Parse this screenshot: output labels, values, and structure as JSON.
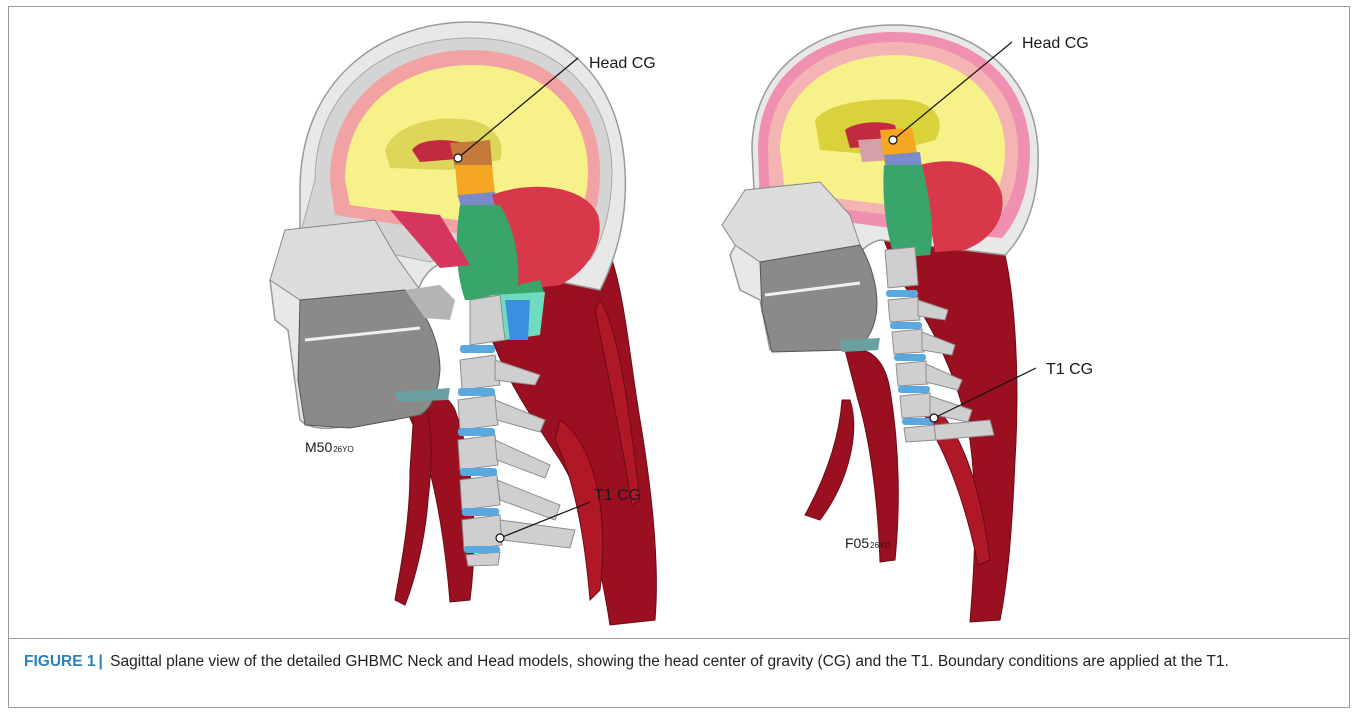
{
  "figure": {
    "annotations": {
      "head_cg_left": "Head CG",
      "head_cg_right": "Head CG",
      "t1_cg_left": "T1 CG",
      "t1_cg_right": "T1 CG"
    },
    "models": [
      {
        "main": "M50",
        "sub": "26YO"
      },
      {
        "main": "F05",
        "sub": "26YO"
      }
    ],
    "colors": {
      "skull_outer": "#d4d4d4",
      "skin": "#e8e8e8",
      "csf": "#f2a2a2",
      "cerebrum": "#f7f18a",
      "cerebellum": "#d8384a",
      "brainstem": "#3aa56a",
      "muscle": "#9a1020",
      "vertebra": "#cfcfcf",
      "disc": "#5aa8e0",
      "jaw": "#8a8a8a"
    }
  },
  "caption": {
    "label": "FIGURE 1",
    "separator": "|",
    "text": "Sagittal plane view of the detailed GHBMC Neck and Head models, showing the head center of gravity (CG) and the T1. Boundary conditions are applied at the T1."
  }
}
